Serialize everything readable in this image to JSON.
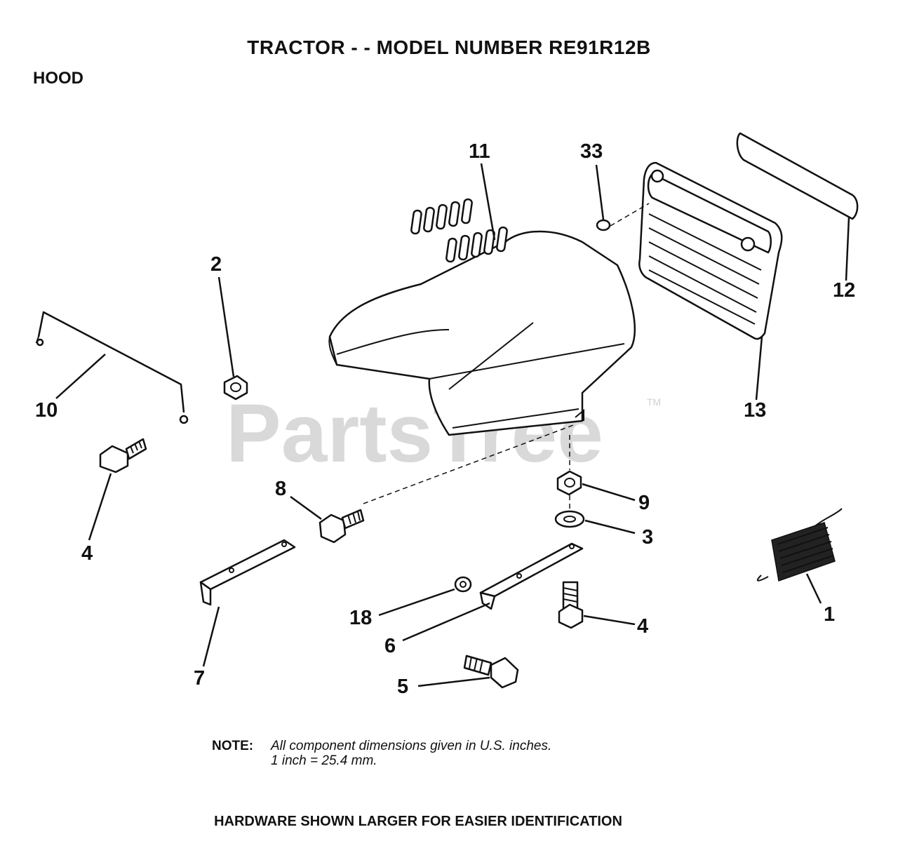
{
  "header": {
    "title": "TRACTOR - - MODEL NUMBER RE91R12B",
    "section": "HOOD"
  },
  "watermark": {
    "text": "PartsTree",
    "tm": "TM"
  },
  "callouts": {
    "c1": "1",
    "c2": "2",
    "c3": "3",
    "c4a": "4",
    "c4b": "4",
    "c5": "5",
    "c6": "6",
    "c7": "7",
    "c8": "8",
    "c9": "9",
    "c10": "10",
    "c11": "11",
    "c12": "12",
    "c13": "13",
    "c18": "18",
    "c33": "33"
  },
  "note": {
    "label": "NOTE:",
    "line1": "All component dimensions given in U.S. inches.",
    "line2": "1 inch = 25.4 mm."
  },
  "footer": {
    "text": "HARDWARE SHOWN LARGER FOR EASIER IDENTIFICATION"
  }
}
